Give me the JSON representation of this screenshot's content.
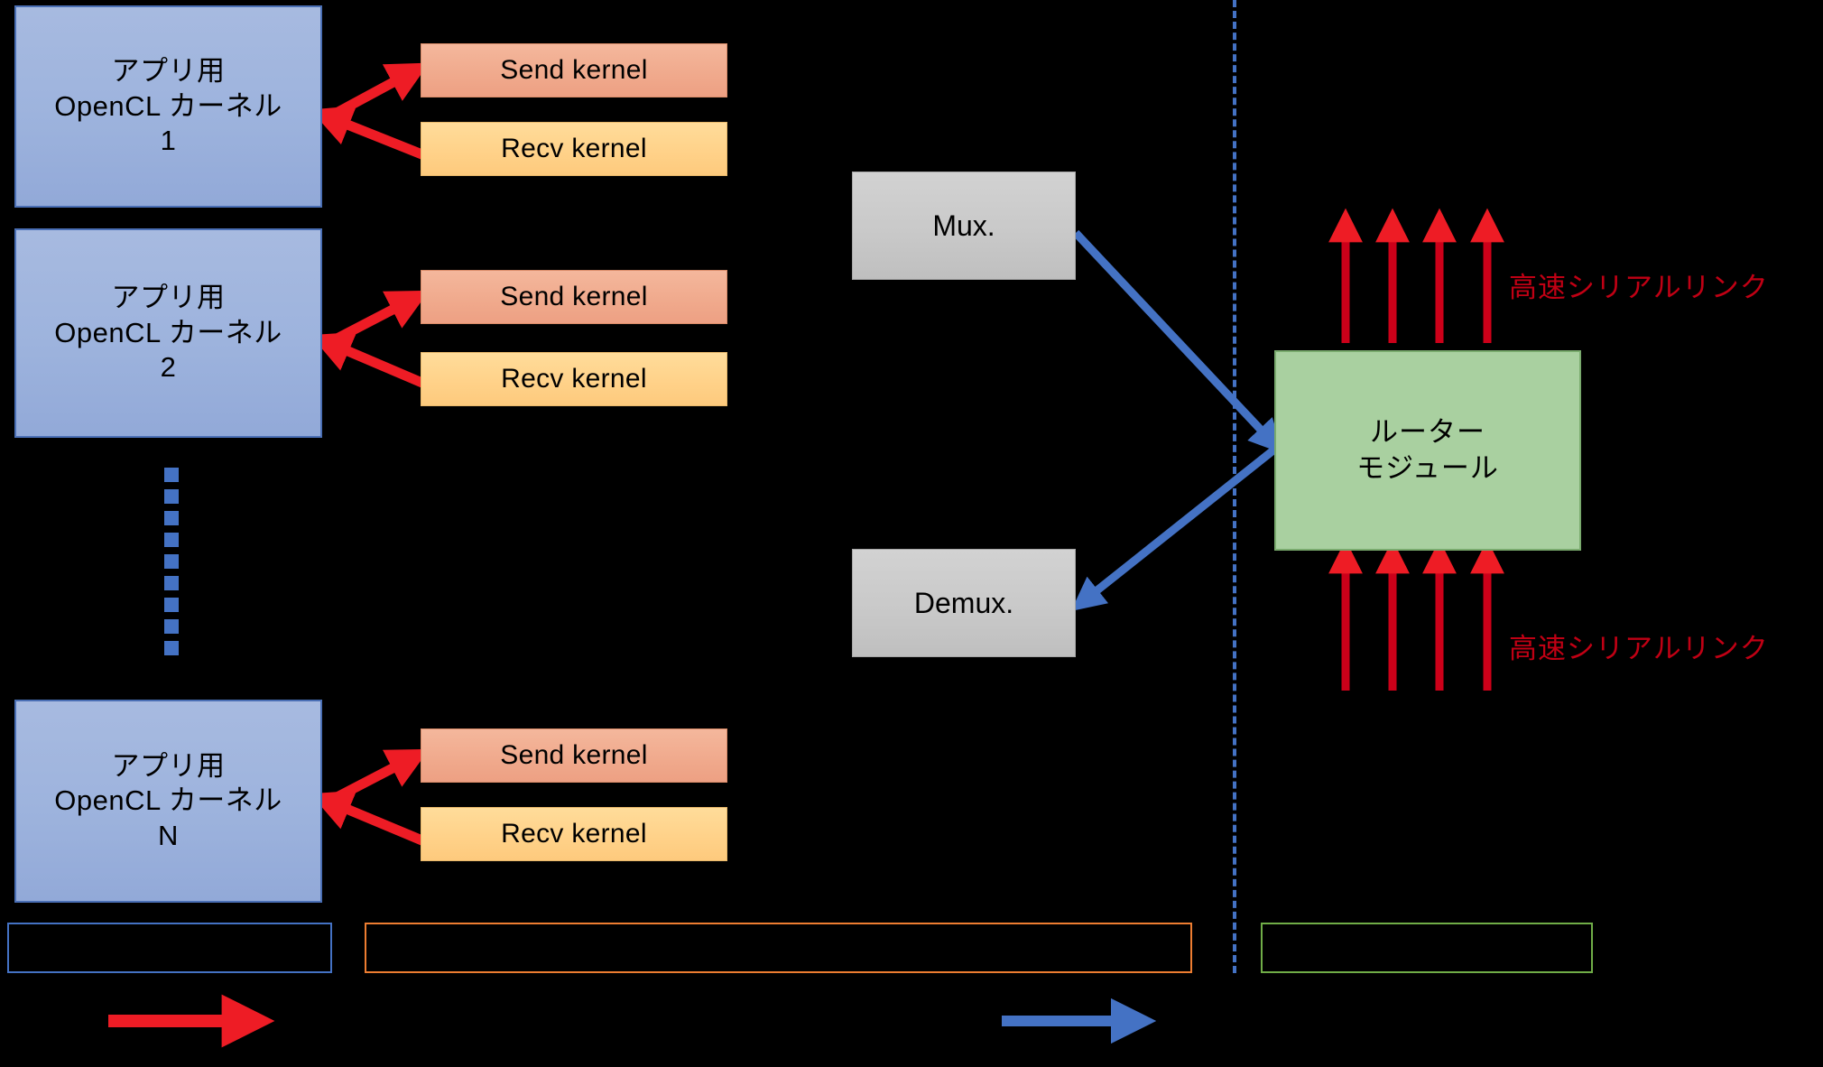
{
  "diagram": {
    "title": "OpenCL kernel / router module architecture",
    "colors": {
      "app_fill": "#9db3dd",
      "app_border": "#4a6fb5",
      "send_fill": "#f0a98c",
      "recv_fill": "#ffd188",
      "mux_fill": "#c9c9c9",
      "router_fill": "#a9d0a0",
      "router_border": "#7aab6e",
      "red_arrow": "#ee1c25",
      "red_link": "#c00014",
      "blue_arrow": "#4472c4",
      "divider": "#4472c4",
      "legend_blue": "#4472c4",
      "legend_orange": "#ed7d31",
      "legend_green": "#70ad47"
    }
  },
  "app_kernels": [
    {
      "line1": "アプリ用",
      "line2": "OpenCL カーネル",
      "line3": "1"
    },
    {
      "line1": "アプリ用",
      "line2": "OpenCL カーネル",
      "line3": "2"
    },
    {
      "line1": "アプリ用",
      "line2": "OpenCL カーネル",
      "line3": "N"
    }
  ],
  "kernel_bars": [
    {
      "send": "Send kernel",
      "recv": "Recv kernel"
    },
    {
      "send": "Send kernel",
      "recv": "Recv kernel"
    },
    {
      "send": "Send kernel",
      "recv": "Recv kernel"
    }
  ],
  "mux": {
    "label": "Mux."
  },
  "demux": {
    "label": "Demux."
  },
  "router": {
    "line1": "ルーター",
    "line2": "モジュール"
  },
  "serial_links": [
    {
      "label": "高速シリアルリンク"
    },
    {
      "label": "高速シリアルリンク"
    }
  ],
  "legend": {
    "boxes": [
      {
        "label": "",
        "color": "#4472c4"
      },
      {
        "label": "",
        "color": "#ed7d31"
      },
      {
        "label": "",
        "color": "#70ad47"
      }
    ],
    "arrows": [
      {
        "label": "",
        "color": "#ee1c25"
      },
      {
        "label": "",
        "color": "#4472c4"
      }
    ]
  }
}
